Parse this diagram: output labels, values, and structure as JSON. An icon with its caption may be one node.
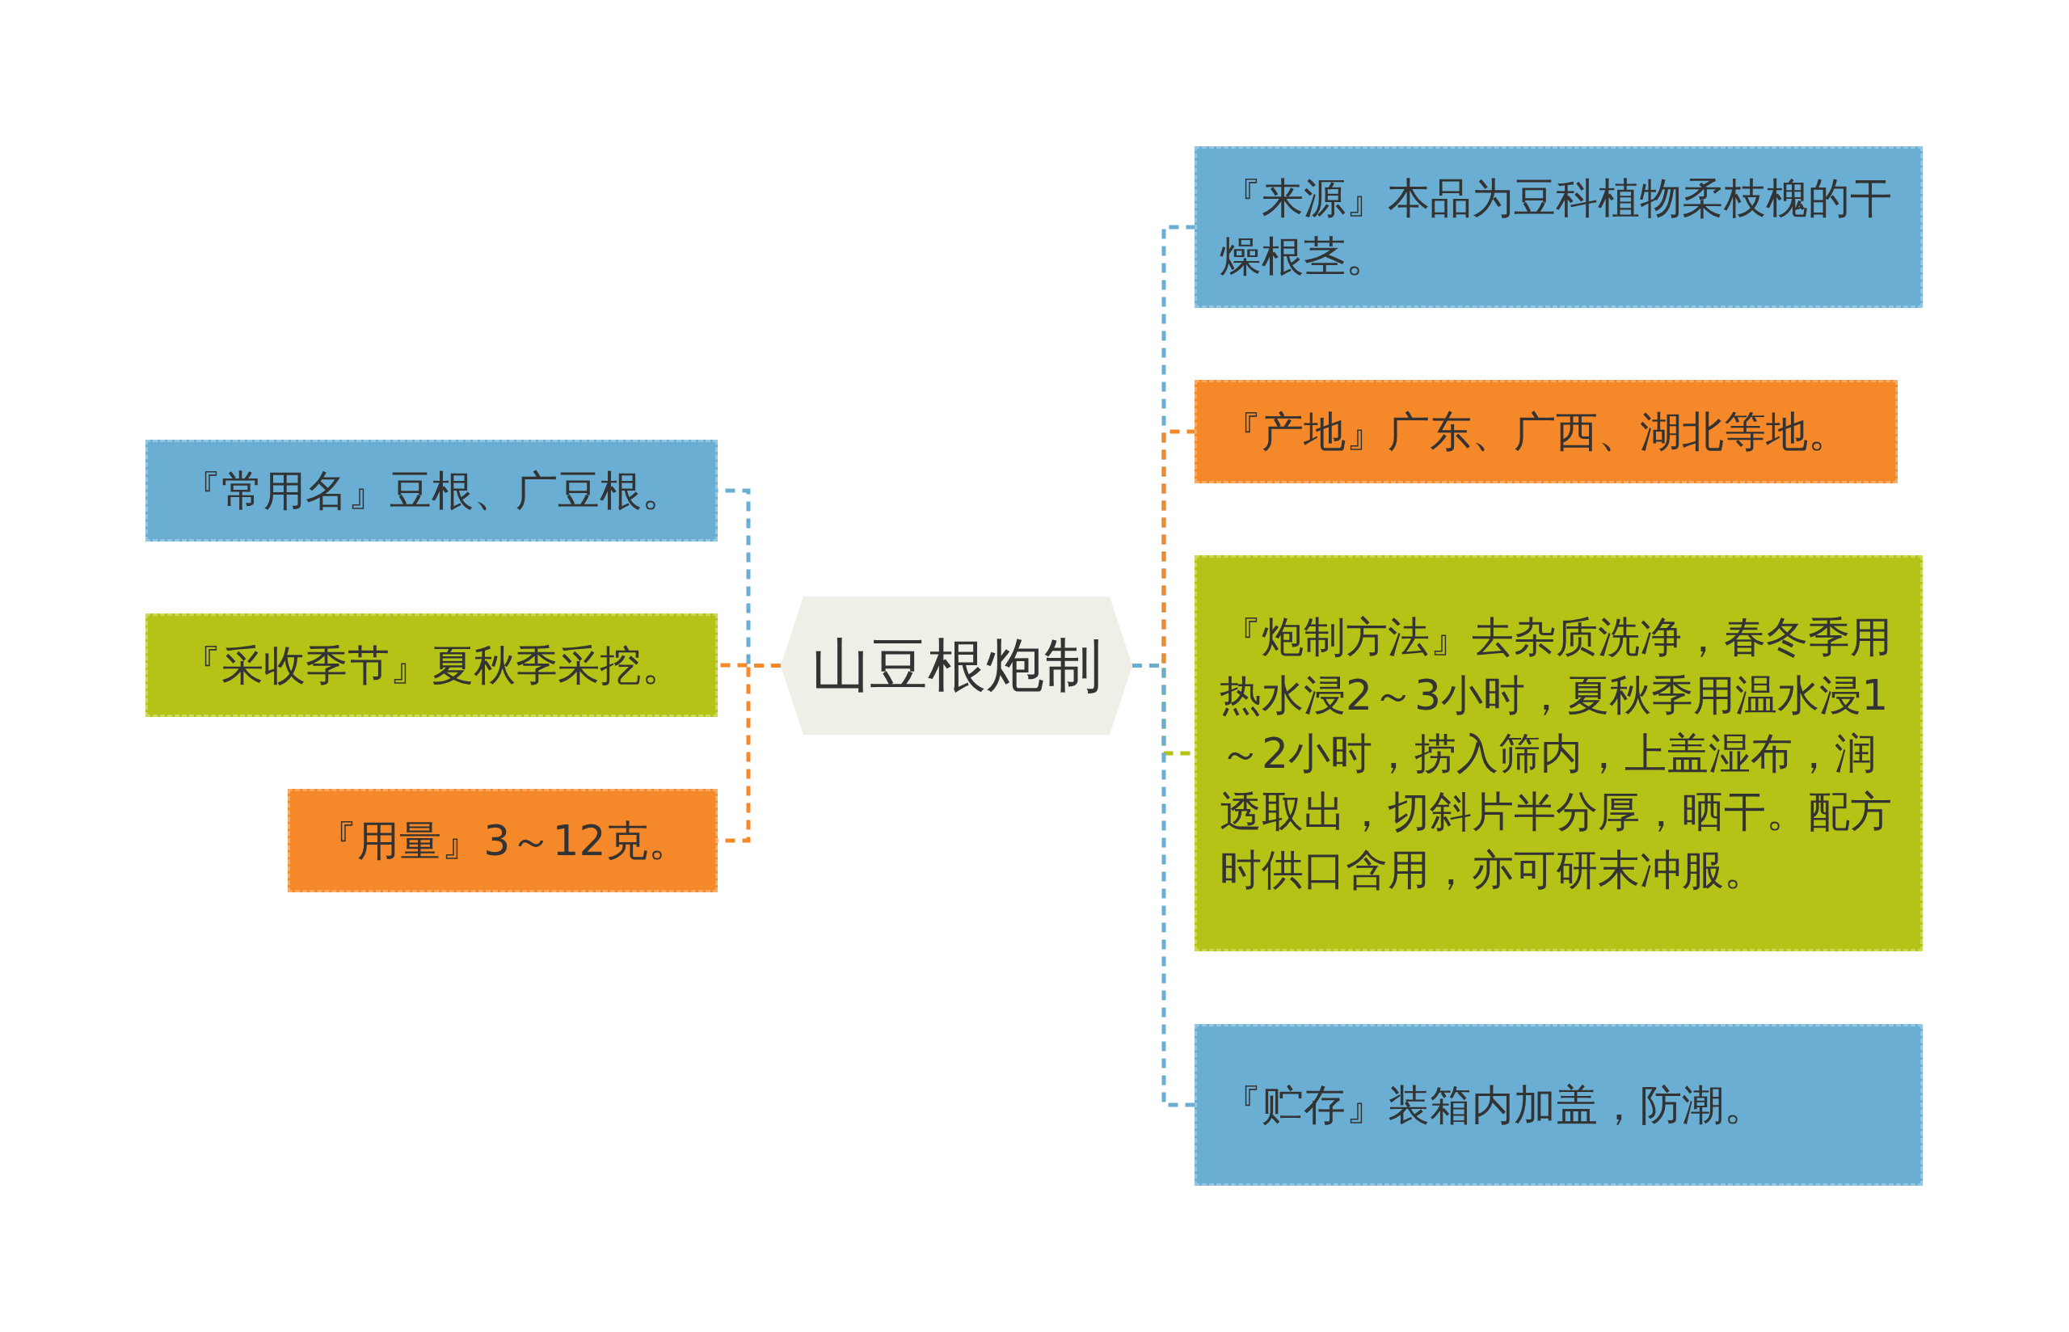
{
  "diagram": {
    "nodes": [
      {
        "text": [
          "山豆根炮制"
        ]
      },
      {
        "text": [
          "『常用名』豆根、广豆根。"
        ]
      },
      {
        "text": [
          "『采收季节』夏秋季采挖。"
        ]
      },
      {
        "text": [
          "『用量』3～12克。"
        ]
      },
      {
        "text": [
          "『来源』本品为豆科植物柔枝槐的干燥根茎。"
        ]
      },
      {
        "text": [
          "『产地』广东、广西、湖北等地。"
        ]
      },
      {
        "text": [
          "『炮制方法』去杂质洗净，春冬季用热水浸2～3小时，夏秋季用温水浸1～2小时，捞入筛内，上盖湿布，润透取出，切斜片半分厚，晒干。配方时供口含用，亦可研末冲服。"
        ]
      },
      {
        "text": [
          "『贮存』装箱内加盖，防潮。"
        ]
      }
    ],
    "edges": [
      {
        "from": 0,
        "to": 1,
        "arrow": "none",
        "style": "dashed",
        "color": "#6aafd3"
      },
      {
        "from": 0,
        "to": 2,
        "arrow": "none",
        "style": "dashed",
        "color": "#f5892a"
      },
      {
        "from": 0,
        "to": 3,
        "arrow": "none",
        "style": "dashed",
        "color": "#f5892a"
      },
      {
        "from": 0,
        "to": 4,
        "arrow": "none",
        "style": "dashed",
        "color": "#6aafd3"
      },
      {
        "from": 0,
        "to": 5,
        "arrow": "none",
        "style": "dashed",
        "color": "#f5892a"
      },
      {
        "from": 0,
        "to": 6,
        "arrow": "none",
        "style": "dashed",
        "color": "#b5c216"
      },
      {
        "from": 0,
        "to": 7,
        "arrow": "none",
        "style": "dashed",
        "color": "#6aafd3"
      }
    ]
  }
}
